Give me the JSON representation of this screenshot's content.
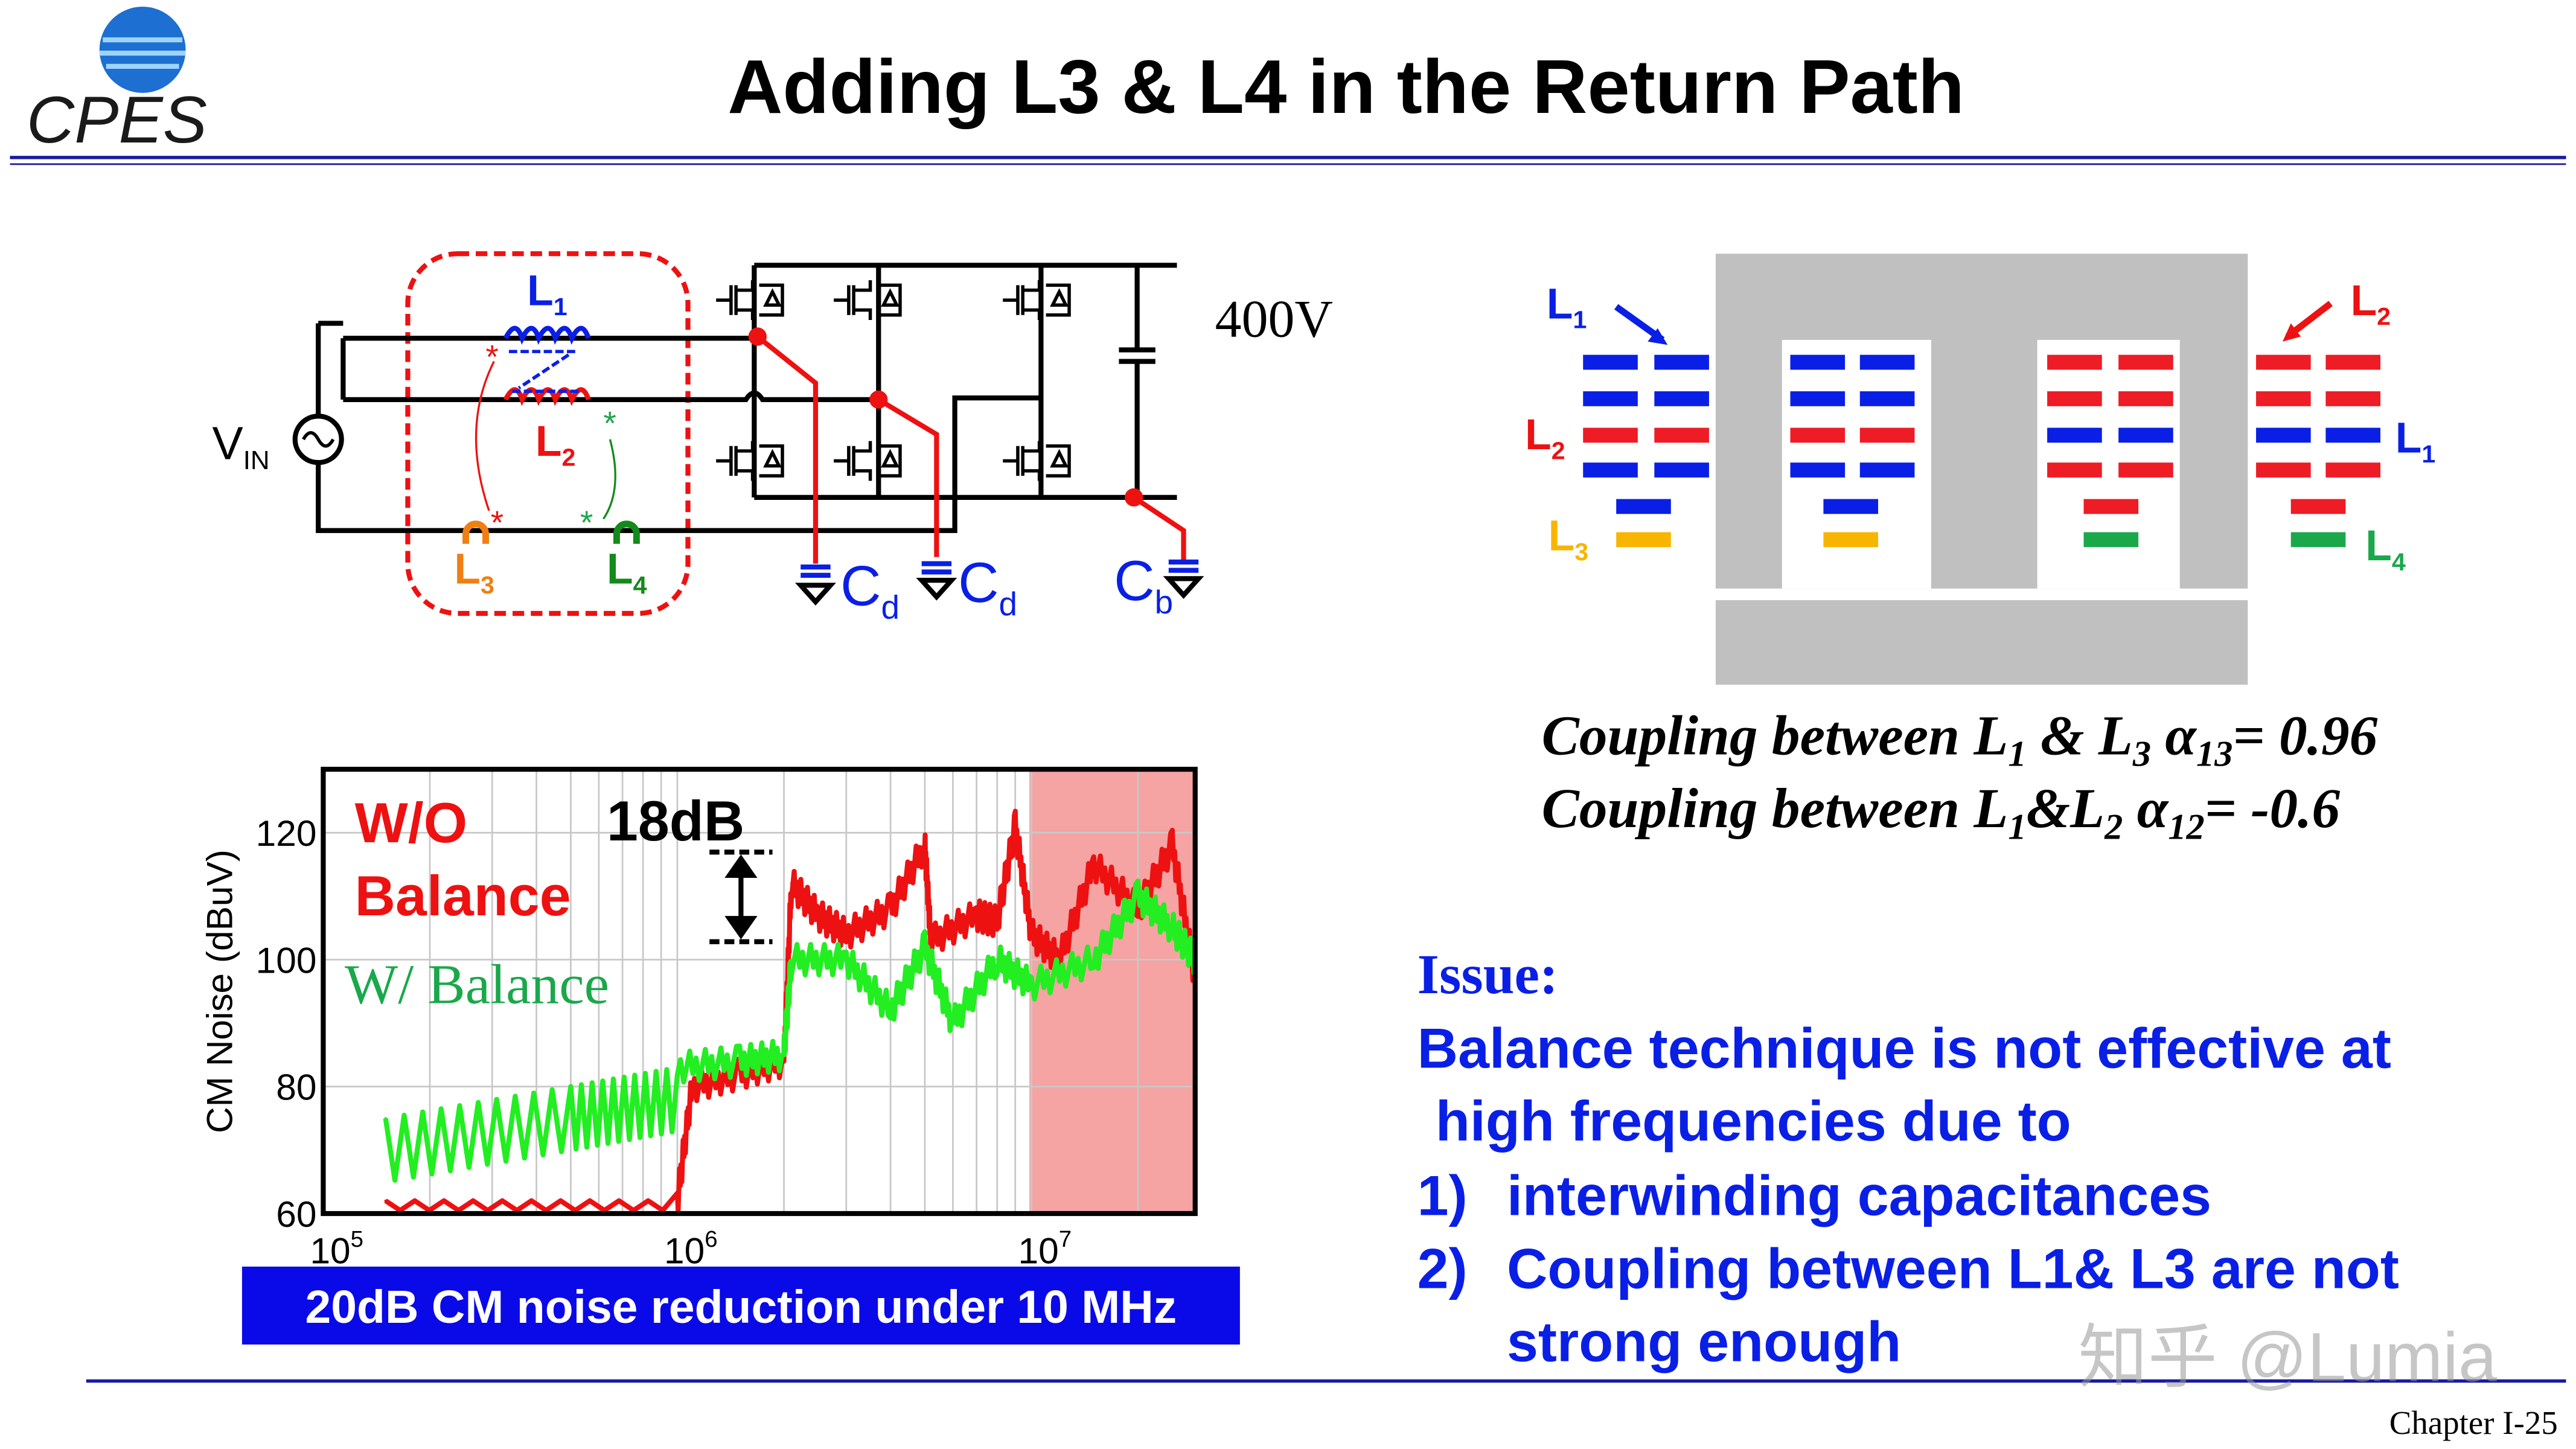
{
  "header": {
    "logo_text": "CPES",
    "title": "Adding L3 & L4 in the Return Path"
  },
  "circuit": {
    "vin": "V",
    "vin_sub": "IN",
    "l1": "L",
    "l1_sub": "1",
    "l2": "L",
    "l2_sub": "2",
    "l3": "L",
    "l3_sub": "3",
    "l4": "L",
    "l4_sub": "4",
    "dot_mark": "*",
    "voltage": "400V",
    "cd": "C",
    "cd_sub": "d",
    "cb": "C",
    "cb_sub": "b"
  },
  "core": {
    "left_labels": [
      {
        "t": "L",
        "s": "1"
      },
      {
        "t": "L",
        "s": "2"
      },
      {
        "t": "L",
        "s": "3"
      }
    ],
    "right_labels": [
      {
        "t": "L",
        "s": "2"
      },
      {
        "t": "L",
        "s": "1"
      },
      {
        "t": "L",
        "s": "4"
      }
    ],
    "colors": {
      "L1": "#0a1fe6",
      "L2": "#ee1c24",
      "L3": "#f7b500",
      "L4": "#1aa84b",
      "core": "#c0c0c0"
    }
  },
  "coupling": {
    "line1": {
      "prefix": "Coupling between L",
      "s1": "1",
      "mid": " & L",
      "s2": "3",
      "alpha": " α",
      "asub": "13",
      "value": "= 0.96"
    },
    "line2": {
      "prefix": "Coupling between L",
      "s1": "1",
      "mid": "&L",
      "s2": "2",
      "alpha": " α",
      "asub": "12",
      "value": "= -0.6"
    }
  },
  "issue": {
    "heading": "Issue:",
    "line1": "Balance technique is not effective at",
    "line2": "high frequencies due to",
    "items": [
      {
        "num": "1)",
        "text": "interwinding capacitances"
      },
      {
        "num": "2)",
        "text": "Coupling between L1& L3 are not",
        "text2": "strong enough"
      }
    ]
  },
  "chart_data": {
    "type": "line",
    "ylabel": "CM Noise (dBuV)",
    "xscale": "log",
    "xlim": [
      100000,
      29000000
    ],
    "ylim": [
      60,
      130
    ],
    "yticks": [
      "60",
      "80",
      "100",
      "120"
    ],
    "xticks": [
      {
        "base": "10",
        "exp": "5"
      },
      {
        "base": "10",
        "exp": "6"
      },
      {
        "base": "10",
        "exp": "7"
      }
    ],
    "grid": true,
    "highlight_region": {
      "from": 10000000,
      "to": 29000000,
      "color": "#f5a3a3"
    },
    "annotation": "18dB",
    "series": [
      {
        "name": "W/O Balance",
        "color": "#ee1111",
        "points": [
          [
            150000,
            62
          ],
          [
            1000000,
            62
          ],
          [
            1100000,
            80
          ],
          [
            1500000,
            82
          ],
          [
            2000000,
            84
          ],
          [
            2100000,
            112
          ],
          [
            2500000,
            107
          ],
          [
            3000000,
            104
          ],
          [
            4000000,
            108
          ],
          [
            5000000,
            118
          ],
          [
            5200000,
            103
          ],
          [
            7000000,
            107
          ],
          [
            8000000,
            106
          ],
          [
            9000000,
            121
          ],
          [
            10000000,
            104
          ],
          [
            12000000,
            100
          ],
          [
            15000000,
            115
          ],
          [
            20000000,
            108
          ],
          [
            25000000,
            118
          ],
          [
            29000000,
            97
          ]
        ]
      },
      {
        "name": "W/ Balance",
        "color": "#22ee22",
        "points": [
          [
            150000,
            75
          ],
          [
            500000,
            80
          ],
          [
            1000000,
            83
          ],
          [
            1500000,
            84
          ],
          [
            2000000,
            85
          ],
          [
            2100000,
            100
          ],
          [
            3000000,
            100
          ],
          [
            4000000,
            92
          ],
          [
            5000000,
            102
          ],
          [
            6000000,
            90
          ],
          [
            8000000,
            100
          ],
          [
            10000000,
            96
          ],
          [
            15000000,
            100
          ],
          [
            20000000,
            110
          ],
          [
            25000000,
            105
          ],
          [
            29000000,
            100
          ]
        ]
      }
    ],
    "legend_labels": {
      "wo_line1": "W/O",
      "wo_line2": "Balance",
      "w": "W/ Balance"
    }
  },
  "caption": "20dB CM noise reduction under 10 MHz",
  "watermark": "知乎 @Lumia",
  "footer": "Chapter I-25"
}
